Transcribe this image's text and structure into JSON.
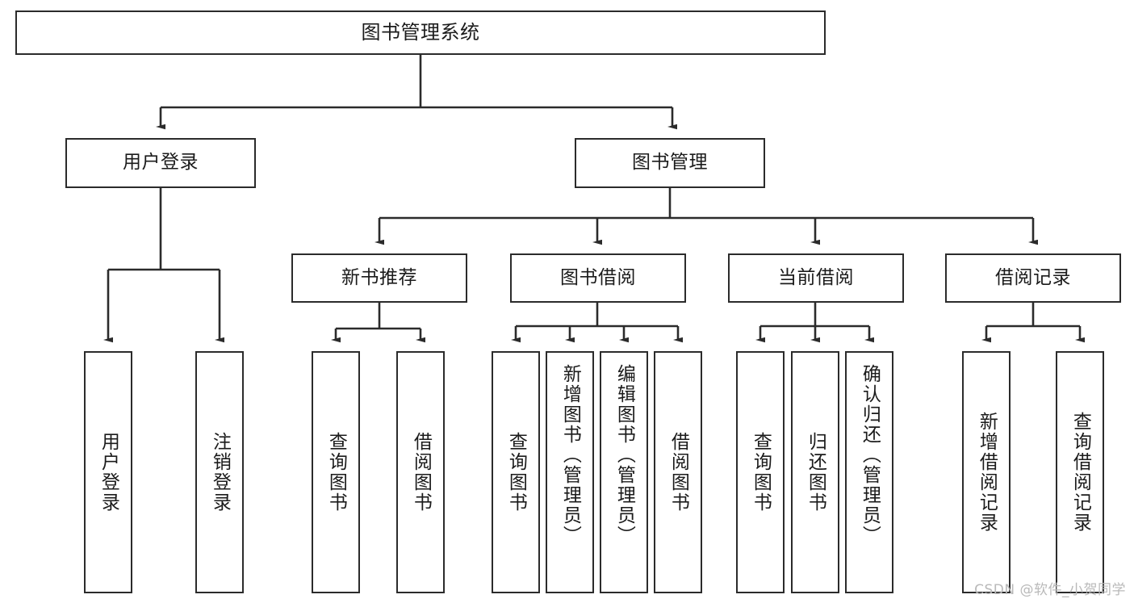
{
  "diagram": {
    "title": "图书管理系统",
    "watermark": "CSDN @软件_小贺同学",
    "stroke_color": "#2b2b2b",
    "text_color": "#1b1b1b",
    "background_color": "#ffffff",
    "watermark_color": "#b9b9b9"
  },
  "nodes": {
    "root": {
      "label": "图书管理系统"
    },
    "level2": [
      {
        "id": "user-login",
        "label": "用户登录"
      },
      {
        "id": "book-manage",
        "label": "图书管理"
      }
    ],
    "level3": [
      {
        "id": "new-book-recommend",
        "label": "新书推荐"
      },
      {
        "id": "book-borrow",
        "label": "图书借阅"
      },
      {
        "id": "current-borrow",
        "label": "当前借阅"
      },
      {
        "id": "borrow-record",
        "label": "借阅记录"
      }
    ],
    "leaves": {
      "user_login": [
        {
          "id": "leaf-user-login",
          "label": "用户登录"
        },
        {
          "id": "leaf-logout",
          "label": "注销登录"
        }
      ],
      "new_book_recommend": [
        {
          "id": "leaf-query-book-1",
          "label": "查询图书"
        },
        {
          "id": "leaf-borrow-book-1",
          "label": "借阅图书"
        }
      ],
      "book_borrow": [
        {
          "id": "leaf-query-book-2",
          "label": "查询图书"
        },
        {
          "id": "leaf-add-book",
          "label": "新增图书（管理员）"
        },
        {
          "id": "leaf-edit-book",
          "label": "编辑图书（管理员）"
        },
        {
          "id": "leaf-borrow-book-2",
          "label": "借阅图书"
        }
      ],
      "current_borrow": [
        {
          "id": "leaf-query-book-3",
          "label": "查询图书"
        },
        {
          "id": "leaf-return-book",
          "label": "归还图书"
        },
        {
          "id": "leaf-confirm-return",
          "label": "确认归还（管理员）"
        }
      ],
      "borrow_record": [
        {
          "id": "leaf-add-record",
          "label": "新增借阅记录"
        },
        {
          "id": "leaf-query-record",
          "label": "查询借阅记录"
        }
      ]
    }
  }
}
